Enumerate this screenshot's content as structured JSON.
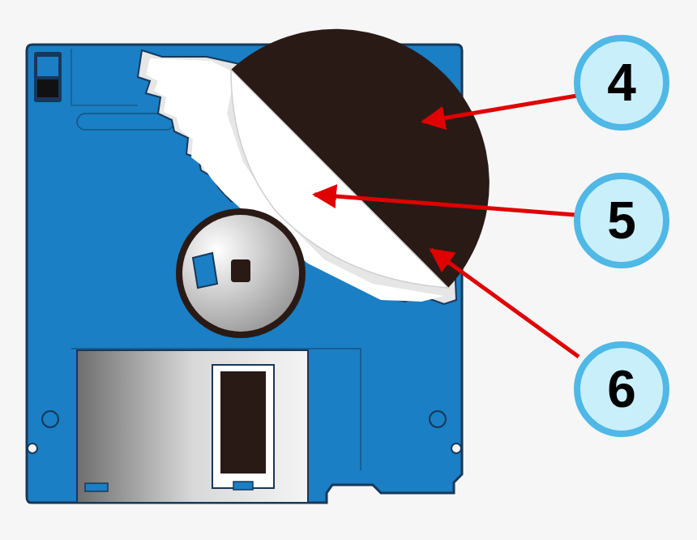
{
  "diagram": {
    "nodes": [
      {
        "text": [
          "4"
        ]
      },
      {
        "text": [
          "5"
        ]
      },
      {
        "text": [
          "6"
        ]
      }
    ]
  }
}
